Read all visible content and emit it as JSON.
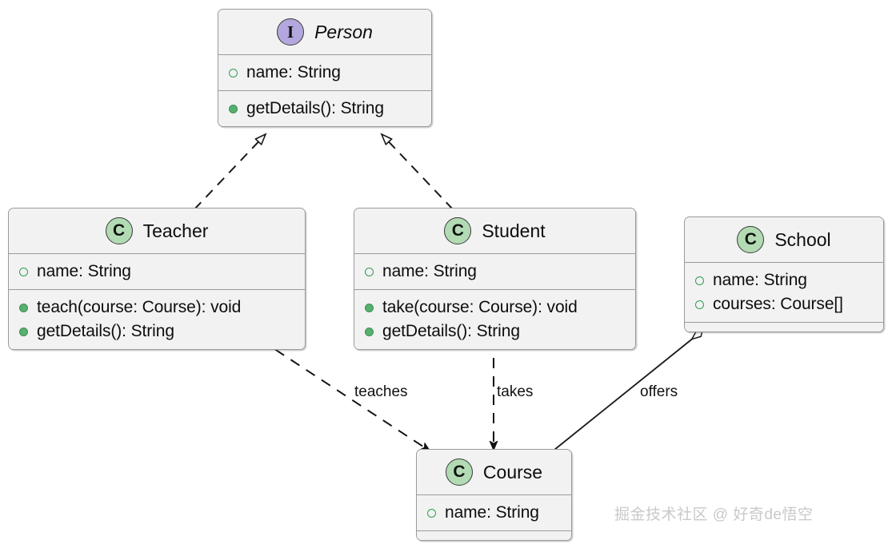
{
  "diagram": {
    "type": "uml-class-diagram",
    "background": "#ffffff",
    "box_fill": "#f2f2f2",
    "box_border": "#9a9a9a",
    "interface_icon_color": "#b4a7dd",
    "class_icon_color": "#b2dbb4",
    "field_marker_color": "#2f9e52",
    "method_marker_color": "#56b06e"
  },
  "classes": {
    "person": {
      "name": "Person",
      "stereotype": "interface",
      "icon_letter": "I",
      "abstract": true,
      "fields": [
        {
          "text": "name: String",
          "visibility": "public"
        }
      ],
      "methods": [
        {
          "text": "getDetails(): String",
          "visibility": "public"
        }
      ]
    },
    "teacher": {
      "name": "Teacher",
      "stereotype": "class",
      "icon_letter": "C",
      "abstract": false,
      "fields": [
        {
          "text": "name: String",
          "visibility": "public"
        }
      ],
      "methods": [
        {
          "text": "teach(course: Course): void",
          "visibility": "public"
        },
        {
          "text": "getDetails(): String",
          "visibility": "public"
        }
      ]
    },
    "student": {
      "name": "Student",
      "stereotype": "class",
      "icon_letter": "C",
      "abstract": false,
      "fields": [
        {
          "text": "name: String",
          "visibility": "public"
        }
      ],
      "methods": [
        {
          "text": "take(course: Course): void",
          "visibility": "public"
        },
        {
          "text": "getDetails(): String",
          "visibility": "public"
        }
      ]
    },
    "school": {
      "name": "School",
      "stereotype": "class",
      "icon_letter": "C",
      "abstract": false,
      "fields": [
        {
          "text": "name: String",
          "visibility": "public"
        },
        {
          "text": "courses: Course[]",
          "visibility": "public"
        }
      ],
      "methods": []
    },
    "course": {
      "name": "Course",
      "stereotype": "class",
      "icon_letter": "C",
      "abstract": false,
      "fields": [
        {
          "text": "name: String",
          "visibility": "public"
        }
      ],
      "methods": []
    }
  },
  "relationships": [
    {
      "id": "teacher-person",
      "from": "Teacher",
      "to": "Person",
      "kind": "realization",
      "line": "dashed",
      "arrow": "hollow-triangle",
      "label": ""
    },
    {
      "id": "student-person",
      "from": "Student",
      "to": "Person",
      "kind": "realization",
      "line": "dashed",
      "arrow": "hollow-triangle",
      "label": ""
    },
    {
      "id": "teacher-course",
      "from": "Teacher",
      "to": "Course",
      "kind": "dependency",
      "line": "dashed",
      "arrow": "filled-arrow",
      "label": "teaches"
    },
    {
      "id": "student-course",
      "from": "Student",
      "to": "Course",
      "kind": "dependency",
      "line": "dashed",
      "arrow": "filled-arrow",
      "label": "takes"
    },
    {
      "id": "school-course",
      "from": "School",
      "to": "Course",
      "kind": "aggregation",
      "line": "solid",
      "arrow": "hollow-diamond",
      "label": "offers"
    }
  ],
  "watermark": {
    "text": "掘金技术社区 @ 好奇de悟空"
  }
}
